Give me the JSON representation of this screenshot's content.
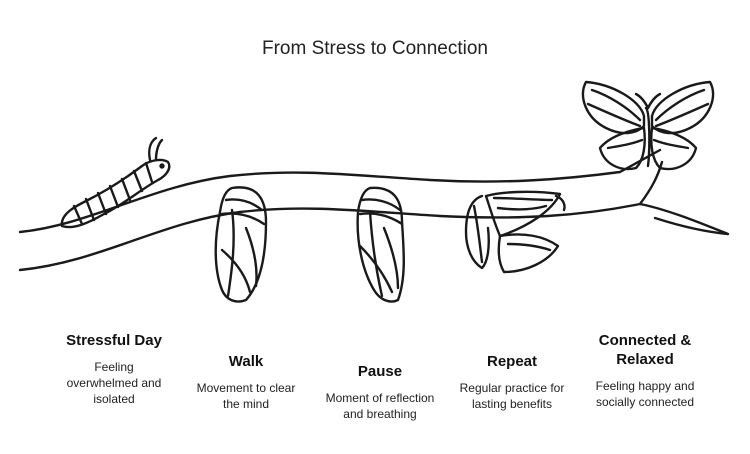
{
  "title": "From Stress to Connection",
  "stages": [
    {
      "label": "Stressful Day",
      "description": "Feeling overwhelmed and isolated",
      "icon": "caterpillar-icon"
    },
    {
      "label": "Walk",
      "description": "Movement to clear the mind",
      "icon": "chrysalis-icon"
    },
    {
      "label": "Pause",
      "description": "Moment of reflection and breathing",
      "icon": "chrysalis-icon"
    },
    {
      "label": "Repeat",
      "description": "Regular practice for lasting benefits",
      "icon": "emerging-butterfly-icon"
    },
    {
      "label": "Connected & Relaxed",
      "description": "Feeling happy and socially connected",
      "icon": "butterfly-icon"
    }
  ]
}
